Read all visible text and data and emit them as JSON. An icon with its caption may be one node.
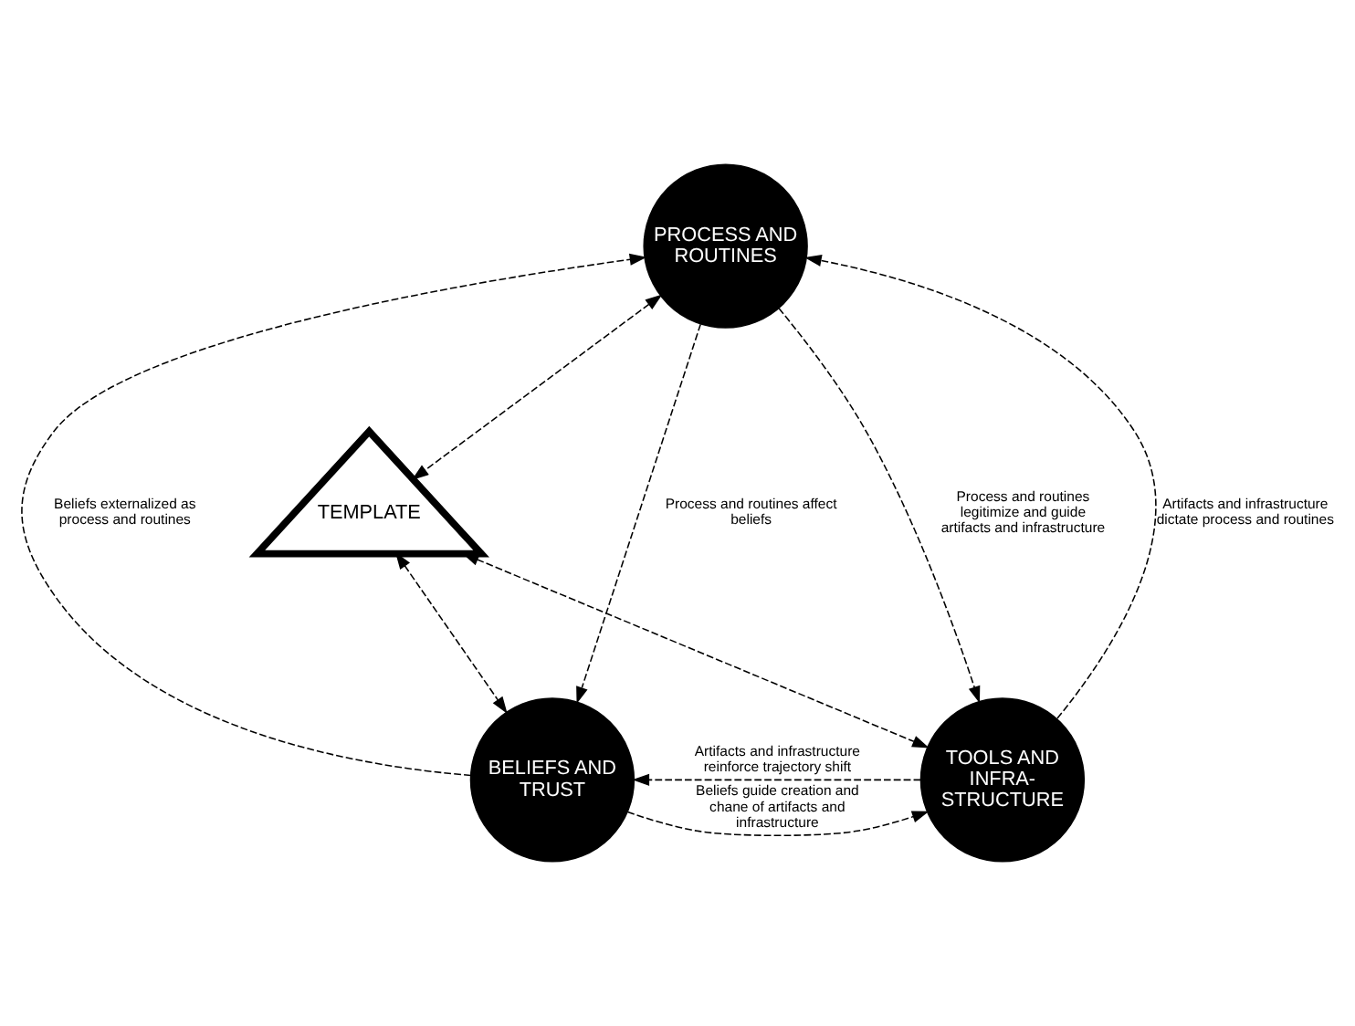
{
  "diagram": {
    "nodes": [
      {
        "text": [
          "PROCESS AND ROUTINES"
        ]
      },
      {
        "text": [
          "TEMPLATE"
        ]
      },
      {
        "text": [
          "BELIEFS AND TRUST"
        ]
      },
      {
        "text": [
          "TOOLS AND INFRA-STRUCTURE"
        ]
      }
    ],
    "edges": [
      {
        "from": 2,
        "to": 0,
        "arrow": "to",
        "label": "Beliefs externalized as process and routines",
        "style": "dashed"
      },
      {
        "from": 0,
        "to": 2,
        "arrow": "to",
        "label": "Process and routines affect beliefs",
        "style": "dashed"
      },
      {
        "from": 0,
        "to": 1,
        "arrow": "both",
        "style": "dashed"
      },
      {
        "from": 0,
        "to": 3,
        "arrow": "to",
        "label": "Process and routines legitimize and guide artifacts and infrastructure",
        "style": "dashed"
      },
      {
        "from": 3,
        "to": 0,
        "arrow": "to",
        "label": "Artifacts and infrastructure dictate process and routines",
        "style": "dashed"
      },
      {
        "from": 1,
        "to": 2,
        "arrow": "both",
        "style": "dashed"
      },
      {
        "from": 1,
        "to": 3,
        "arrow": "both",
        "style": "dashed"
      },
      {
        "from": 2,
        "to": 3,
        "arrow": "to",
        "label": "Beliefs guide creation and chane of artifacts and infrastructure",
        "style": "dashed"
      },
      {
        "from": 3,
        "to": 2,
        "arrow": "to",
        "label": "Artifacts and infrastructure reinforce trajectory shift",
        "style": "dashed"
      }
    ]
  }
}
